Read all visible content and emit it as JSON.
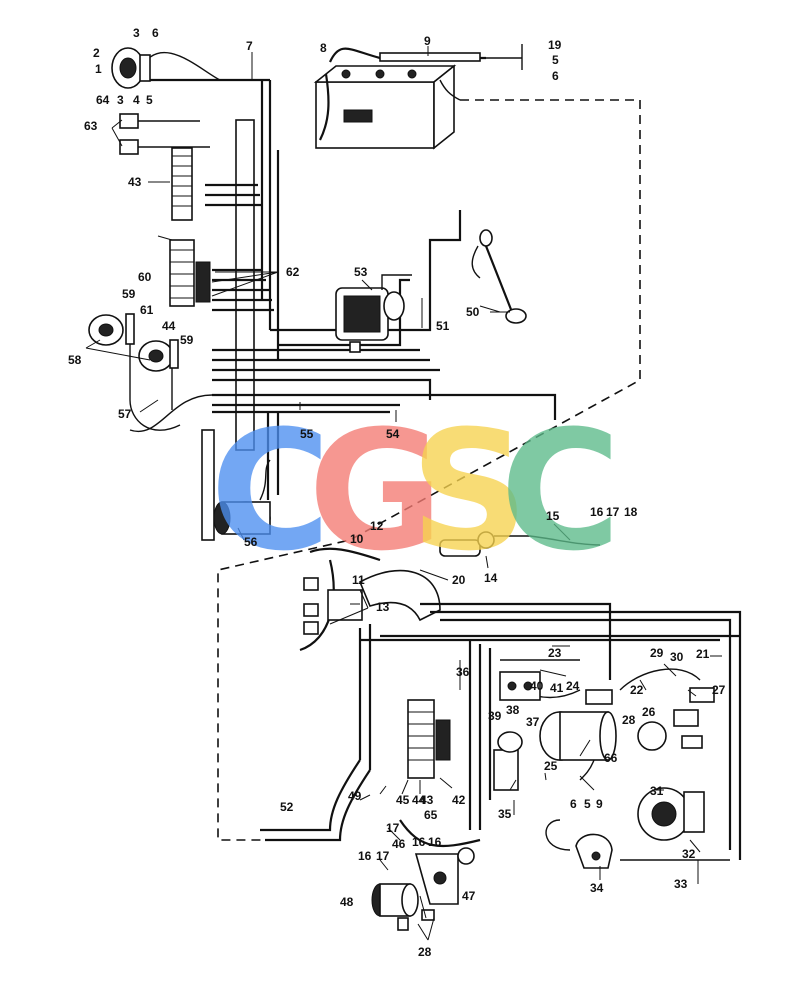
{
  "watermark": {
    "letters": [
      "C",
      "G",
      "S",
      "C"
    ],
    "colors": [
      "#4d8ff0",
      "#f47b73",
      "#f7d34f",
      "#5cba8a"
    ]
  },
  "callouts": {
    "c1": "1",
    "c2": "2",
    "c3": "3",
    "c3b": "3",
    "c4": "4",
    "c5a": "5",
    "c5b": "5",
    "c6a": "6",
    "c6b": "6",
    "c6c": "6",
    "c7": "7",
    "c8": "8",
    "c9a": "9",
    "c9b": "9",
    "c10": "10",
    "c11": "11",
    "c12": "12",
    "c13": "13",
    "c14": "14",
    "c15": "15",
    "c16a": "16",
    "c16b": "16",
    "c16c": "16",
    "c17a": "17",
    "c17b": "17",
    "c17c": "17",
    "c18": "18",
    "c19": "19",
    "c20": "20",
    "c21": "21",
    "c22": "22",
    "c23": "23",
    "c24": "24",
    "c25": "25",
    "c26": "26",
    "c27": "27",
    "c28a": "28",
    "c28b": "28",
    "c29": "29",
    "c30": "30",
    "c31": "31",
    "c32": "32",
    "c33": "33",
    "c34": "34",
    "c35": "35",
    "c36": "36",
    "c37": "37",
    "c38": "38",
    "c39": "39",
    "c40": "40",
    "c41": "41",
    "c42": "42",
    "c43a": "43",
    "c43b": "43",
    "c44a": "44",
    "c44b": "44",
    "c45": "45",
    "c46": "46",
    "c47": "47",
    "c48": "48",
    "c49": "49",
    "c50": "50",
    "c51": "51",
    "c52": "52",
    "c53": "53",
    "c54": "54",
    "c55": "55",
    "c56": "56",
    "c57": "57",
    "c58": "58",
    "c59a": "59",
    "c59b": "59",
    "c60": "60",
    "c61": "61",
    "c62": "62",
    "c63": "63",
    "c64": "64",
    "c65": "65",
    "c66": "66"
  }
}
